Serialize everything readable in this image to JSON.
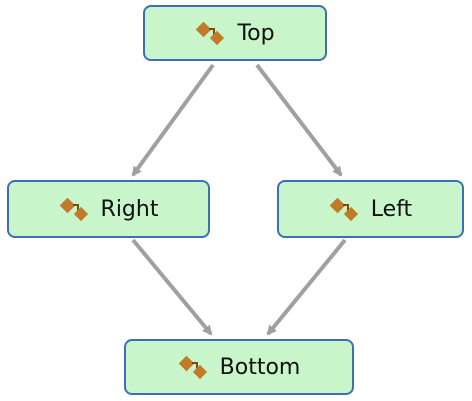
{
  "nodes": [
    {
      "id": "top",
      "label": "Top",
      "icon": "state-node-icon"
    },
    {
      "id": "right",
      "label": "Right",
      "icon": "state-node-icon"
    },
    {
      "id": "left",
      "label": "Left",
      "icon": "state-node-icon"
    },
    {
      "id": "bottom",
      "label": "Bottom",
      "icon": "state-node-icon"
    }
  ],
  "edges": [
    {
      "from": "top",
      "to": "right"
    },
    {
      "from": "top",
      "to": "left"
    },
    {
      "from": "right",
      "to": "bottom"
    },
    {
      "from": "left",
      "to": "bottom"
    }
  ],
  "colors": {
    "node_fill": "#c8f5c9",
    "node_border": "#3d6fb8",
    "edge": "#a0a0a0",
    "icon": "#c07a2a"
  }
}
